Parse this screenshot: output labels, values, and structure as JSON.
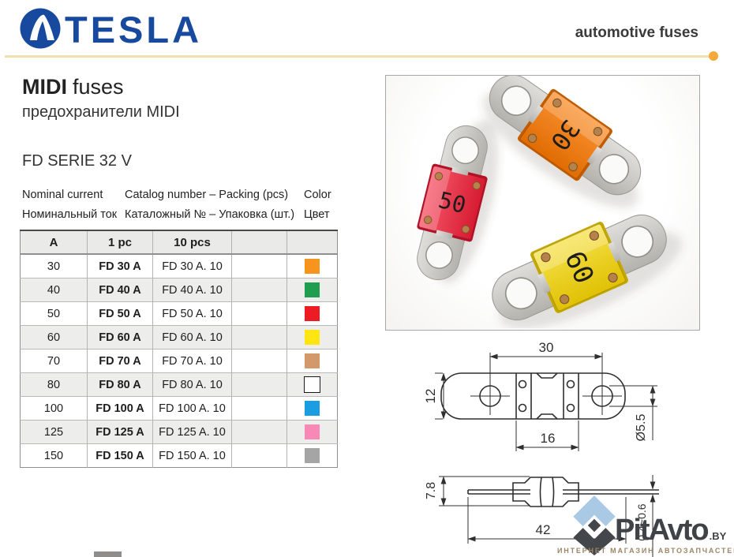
{
  "header": {
    "brand": "TESLA",
    "tagline": "automotive fuses"
  },
  "title": {
    "product_bold": "MIDI",
    "product_rest": "fuses",
    "subtitle_ru": "предохранители MIDI",
    "series": "FD SERIE 32 V"
  },
  "table_intro": {
    "nominal_en": "Nominal current",
    "nominal_ru": "Номинальный ток",
    "catalog_en": "Catalog number – Packing (pcs)",
    "catalog_ru": "Каталожный № – Упаковка (шт.)",
    "color_en": "Color",
    "color_ru": "Цвет"
  },
  "table": {
    "headers": [
      "A",
      "1 pc",
      "10 pcs",
      "",
      ""
    ],
    "rows": [
      {
        "amps": "30",
        "catalog_1pc": "FD 30 A",
        "catalog_10pcs": "FD 30 A. 10",
        "color_hex": "#F7941D",
        "color_name": "orange"
      },
      {
        "amps": "40",
        "catalog_1pc": "FD 40 A",
        "catalog_10pcs": "FD 40 A. 10",
        "color_hex": "#1E9E4E",
        "color_name": "green"
      },
      {
        "amps": "50",
        "catalog_1pc": "FD 50 A",
        "catalog_10pcs": "FD 50 A. 10",
        "color_hex": "#ED1C24",
        "color_name": "red"
      },
      {
        "amps": "60",
        "catalog_1pc": "FD 60 A",
        "catalog_10pcs": "FD 60 A. 10",
        "color_hex": "#FFE612",
        "color_name": "yellow"
      },
      {
        "amps": "70",
        "catalog_1pc": "FD 70 A",
        "catalog_10pcs": "FD 70 A. 10",
        "color_hex": "#D3996B",
        "color_name": "tan"
      },
      {
        "amps": "80",
        "catalog_1pc": "FD 80 A",
        "catalog_10pcs": "FD 80 A. 10",
        "color_hex": "#FFFFFF",
        "color_name": "white"
      },
      {
        "amps": "100",
        "catalog_1pc": "FD 100 A",
        "catalog_10pcs": "FD 100 A. 10",
        "color_hex": "#1B9DE2",
        "color_name": "blue"
      },
      {
        "amps": "125",
        "catalog_1pc": "FD 125 A",
        "catalog_10pcs": "FD 125 A. 10",
        "color_hex": "#F888B5",
        "color_name": "pink"
      },
      {
        "amps": "150",
        "catalog_1pc": "FD 150 A",
        "catalog_10pcs": "FD 150 A. 10",
        "color_hex": "#A5A5A5",
        "color_name": "gray"
      }
    ]
  },
  "photo": {
    "fuses": [
      {
        "rating": "30",
        "body_color": "#F5821F"
      },
      {
        "rating": "50",
        "body_color": "#EF3B4E"
      },
      {
        "rating": "60",
        "body_color": "#F2DB26"
      }
    ]
  },
  "drawing": {
    "dims": {
      "hole_spacing": "30",
      "strip_width": "12",
      "body_width": "16",
      "hole_diameter": "Ø5.5",
      "body_height": "7.8",
      "total_length": "42",
      "strip_thickness": "0.4~0.6"
    }
  },
  "watermark": {
    "name": "PitAvto",
    "tld": ".BY",
    "tagline": "ИНТЕРНЕТ МАГАЗИН АВТОЗАПЧАСТЕЙ"
  },
  "colors": {
    "brand_blue": "#17499E",
    "rule_tan": "#F2DFAD",
    "rule_dot": "#F5A93B",
    "watermark_blue": "#A9C9E4",
    "watermark_dark": "#43464A",
    "watermark_tagline": "#9C8568"
  }
}
